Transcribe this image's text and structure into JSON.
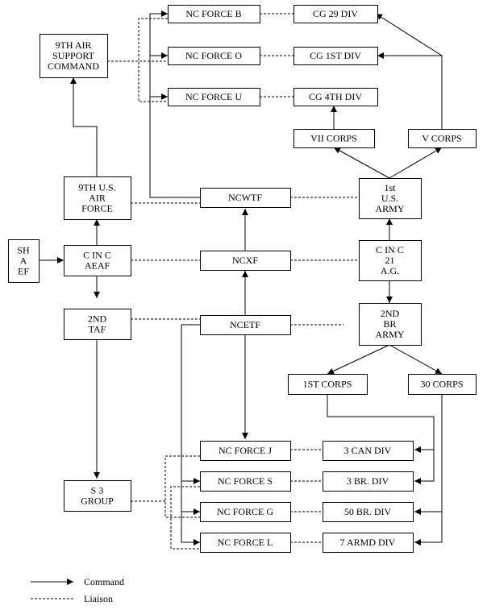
{
  "nodes": [
    {
      "id": "nc-force-b",
      "lines": [
        "NC FORCE B"
      ]
    },
    {
      "id": "cg-29-div",
      "lines": [
        "CG 29 DIV"
      ]
    },
    {
      "id": "9th-air-support-command",
      "lines": [
        "9TH AIR",
        "SUPPORT",
        "COMMAND"
      ]
    },
    {
      "id": "nc-force-o",
      "lines": [
        "NC FORCE O"
      ]
    },
    {
      "id": "cg-1st-div",
      "lines": [
        "CG 1ST DIV"
      ]
    },
    {
      "id": "nc-force-u",
      "lines": [
        "NC FORCE U"
      ]
    },
    {
      "id": "cg-4th-div",
      "lines": [
        "CG 4TH DIV"
      ]
    },
    {
      "id": "vii-corps",
      "lines": [
        "VII CORPS"
      ]
    },
    {
      "id": "v-corps",
      "lines": [
        "V CORPS"
      ]
    },
    {
      "id": "9th-us-air-force",
      "lines": [
        "9TH U.S.",
        "AIR",
        "FORCE"
      ]
    },
    {
      "id": "ncwtf",
      "lines": [
        "NCWTF"
      ]
    },
    {
      "id": "1st-us-army",
      "lines": [
        "1st",
        "U.S.",
        "ARMY"
      ]
    },
    {
      "id": "shaef",
      "lines": [
        "SH",
        "A",
        "EF"
      ]
    },
    {
      "id": "c-in-c-aeaf",
      "lines": [
        "C IN C",
        "AEAF"
      ]
    },
    {
      "id": "ncxf",
      "lines": [
        "NCXF"
      ]
    },
    {
      "id": "c-in-c-21-ag",
      "lines": [
        "C IN C",
        "21",
        "A.G."
      ]
    },
    {
      "id": "2nd-taf",
      "lines": [
        "2ND",
        "TAF"
      ]
    },
    {
      "id": "ncetf",
      "lines": [
        "NCETF"
      ]
    },
    {
      "id": "2nd-br-army",
      "lines": [
        "2ND",
        "BR",
        "ARMY"
      ]
    },
    {
      "id": "1st-corps",
      "lines": [
        "1ST CORPS"
      ]
    },
    {
      "id": "30-corps",
      "lines": [
        "30 CORPS"
      ]
    },
    {
      "id": "nc-force-j",
      "lines": [
        "NC FORCE J"
      ]
    },
    {
      "id": "3-can-div",
      "lines": [
        "3 CAN DIV"
      ]
    },
    {
      "id": "nc-force-s",
      "lines": [
        "NC FORCE S"
      ]
    },
    {
      "id": "3-br-div",
      "lines": [
        "3 BR. DIV"
      ]
    },
    {
      "id": "s3-group",
      "lines": [
        "S 3",
        "GROUP"
      ]
    },
    {
      "id": "nc-force-g",
      "lines": [
        "NC FORCE G"
      ]
    },
    {
      "id": "50-br-div",
      "lines": [
        "50 BR. DIV"
      ]
    },
    {
      "id": "nc-force-l",
      "lines": [
        "NC FORCE L"
      ]
    },
    {
      "id": "7-armd-div",
      "lines": [
        "7 ARMD DIV"
      ]
    }
  ],
  "legend": {
    "command": "Command",
    "liaison": "Liaison"
  }
}
